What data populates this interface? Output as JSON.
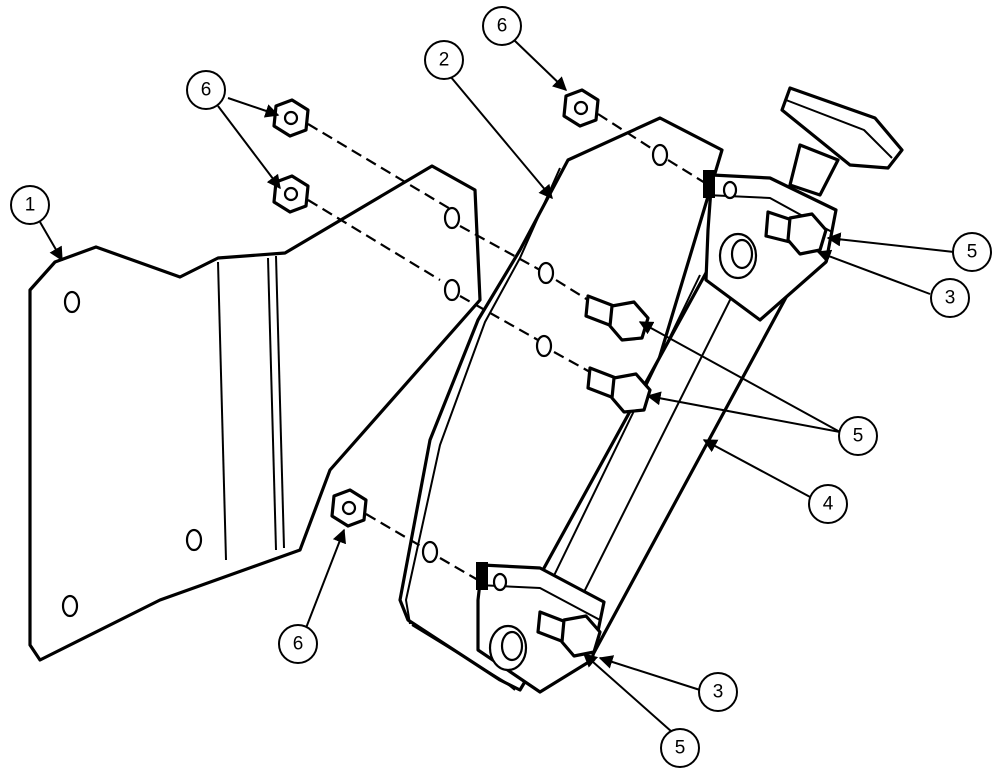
{
  "callouts": [
    {
      "id": "1",
      "label": "1"
    },
    {
      "id": "2",
      "label": "2"
    },
    {
      "id": "3a",
      "label": "3"
    },
    {
      "id": "3b",
      "label": "3"
    },
    {
      "id": "4",
      "label": "4"
    },
    {
      "id": "5a",
      "label": "5"
    },
    {
      "id": "5b",
      "label": "5"
    },
    {
      "id": "5c",
      "label": "5"
    },
    {
      "id": "6a",
      "label": "6"
    },
    {
      "id": "6b",
      "label": "6"
    },
    {
      "id": "6c",
      "label": "6"
    }
  ]
}
